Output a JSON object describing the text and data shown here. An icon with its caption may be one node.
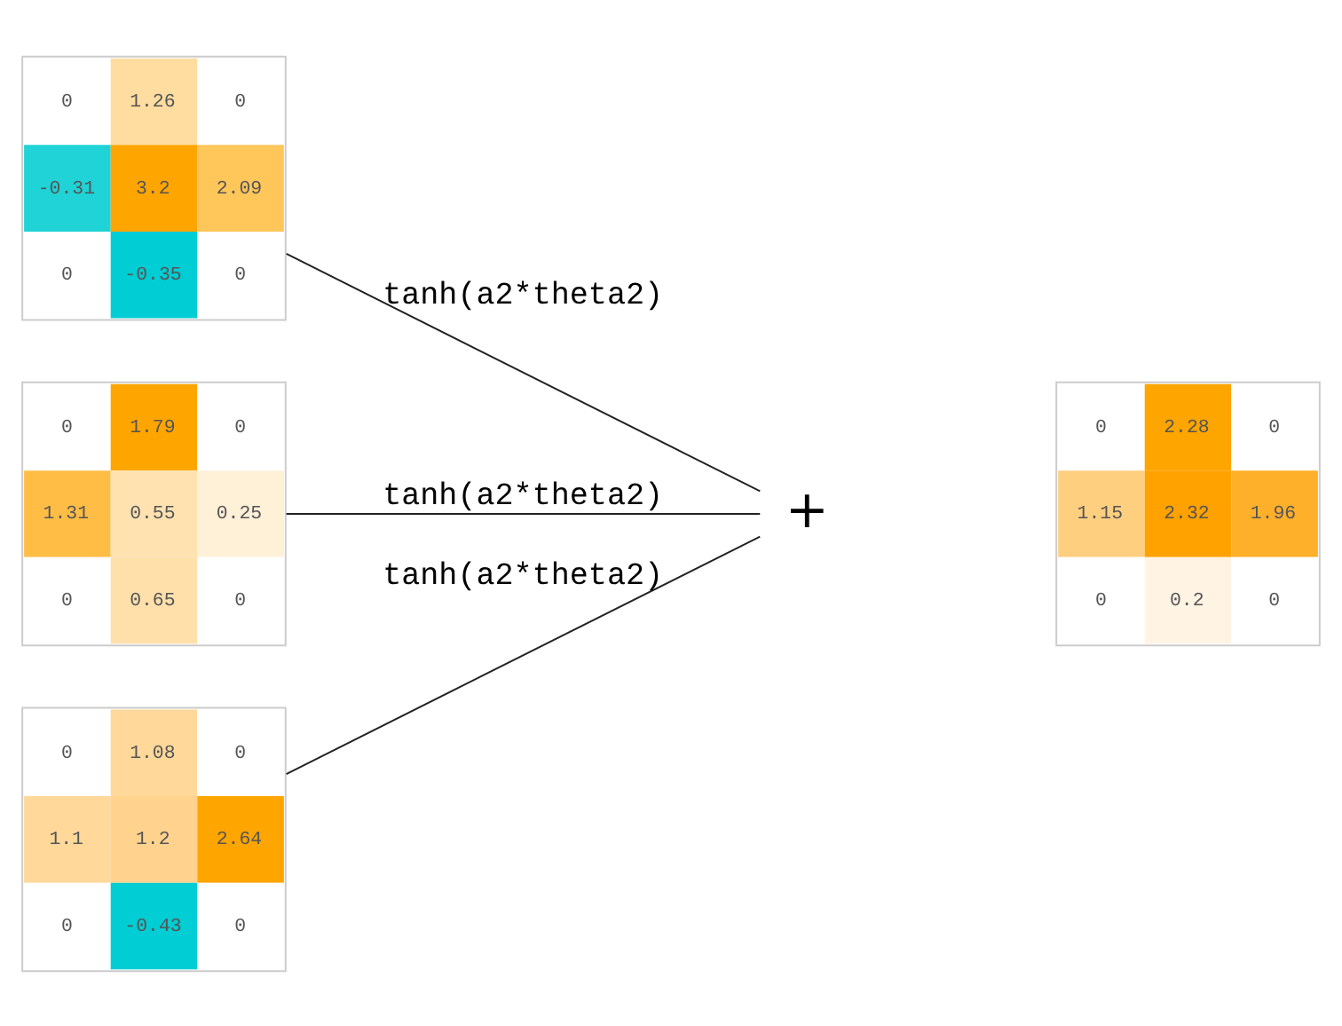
{
  "diagram": {
    "nodes": [
      {
        "text": [
          "0",
          "1.26",
          "0",
          "-0.31",
          "3.2",
          "2.09",
          "0",
          "-0.35",
          "0"
        ]
      },
      {
        "text": [
          "0",
          "1.79",
          "0",
          "1.31",
          "0.55",
          "0.25",
          "0",
          "0.65",
          "0"
        ]
      },
      {
        "text": [
          "0",
          "1.08",
          "0",
          "1.1",
          "1.2",
          "2.64",
          "0",
          "-0.43",
          "0"
        ]
      },
      {
        "text": [
          "+"
        ]
      },
      {
        "text": [
          "0",
          "2.28",
          "0",
          "1.15",
          "2.32",
          "1.96",
          "0",
          "0.2",
          "0"
        ]
      }
    ],
    "edges": [
      {
        "from": 0,
        "to": 3,
        "arrow": "none",
        "label": "tanh(a2*theta2)"
      },
      {
        "from": 1,
        "to": 3,
        "arrow": "none",
        "label": "tanh(a2*theta2)"
      },
      {
        "from": 2,
        "to": 3,
        "arrow": "none",
        "label": "tanh(a2*theta2)"
      }
    ]
  }
}
